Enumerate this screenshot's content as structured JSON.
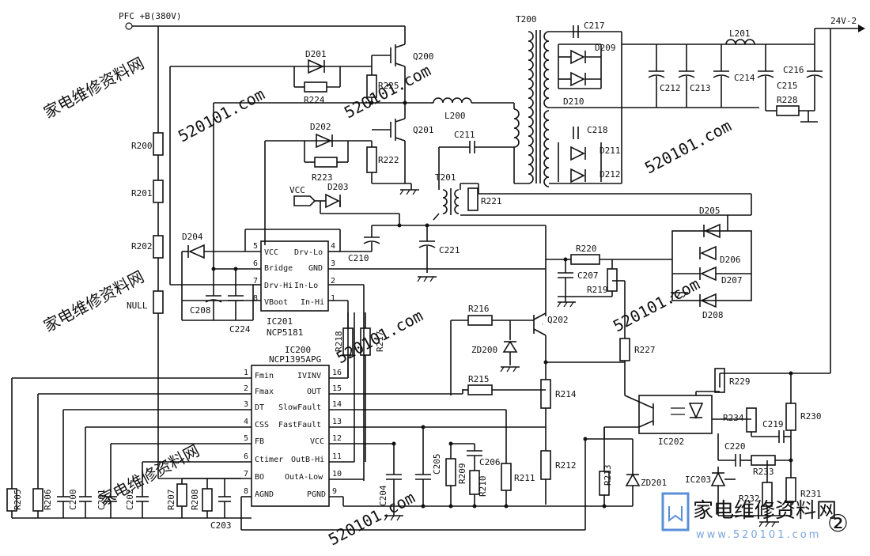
{
  "supply": {
    "input": "PFC +B(380V)",
    "output": "24V-2"
  },
  "ic": {
    "ic201": {
      "ref": "IC201",
      "part": "NCP5181",
      "pins_left": [
        "VCC",
        "Bridge",
        "Drv-Hi",
        "VBoot"
      ],
      "pins_right": [
        "Drv-Lo",
        "GND",
        "In-Lo",
        "In-Hi"
      ],
      "pin_numbers_left": [
        "5",
        "6",
        "7",
        "8"
      ],
      "pin_numbers_right": [
        "4",
        "3",
        "2",
        "1"
      ]
    },
    "ic200": {
      "ref": "IC200",
      "part": "NCP1395APG",
      "pins_left": [
        "Fmin",
        "Fmax",
        "DT",
        "CSS",
        "FB",
        "Ctimer",
        "BO",
        "AGND"
      ],
      "pins_right": [
        "IVINV",
        "OUT",
        "SlowFault",
        "FastFault",
        "VCC",
        "OutB-Hi",
        "OutA-Low",
        "PGND"
      ],
      "pin_numbers_left": [
        "1",
        "2",
        "3",
        "4",
        "5",
        "6",
        "7",
        "8"
      ],
      "pin_numbers_right": [
        "16",
        "15",
        "14",
        "13",
        "12",
        "11",
        "10",
        "9"
      ]
    },
    "ic202": "IC202",
    "ic203": "IC203"
  },
  "components": {
    "q200": "Q200",
    "q201": "Q201",
    "q202": "Q202",
    "d201": "D201",
    "d202": "D202",
    "d203": "D203",
    "d204": "D204",
    "d205": "D205",
    "d206": "D206",
    "d207": "D207",
    "d208": "D208",
    "d209": "D209",
    "d210": "D210",
    "d211": "D211",
    "d212": "D212",
    "zd200": "ZD200",
    "zd201": "ZD201",
    "r200": "R200",
    "r201": "R201",
    "r202": "R202",
    "null": "NULL",
    "r205": "R205",
    "r206": "R206",
    "r207": "R207",
    "r208": "R208",
    "r209": "R209",
    "r210": "R210",
    "r211": "R211",
    "r212": "R212",
    "r213": "R213",
    "r214": "R214",
    "r215": "R215",
    "r216": "R216",
    "r217": "R217",
    "r218": "R218",
    "r219": "R219",
    "r220": "R220",
    "r221": "R221",
    "r222": "R222",
    "r223": "R223",
    "r224": "R224",
    "r225": "R225",
    "r227": "R227",
    "r228": "R228",
    "r229": "R229",
    "r230": "R230",
    "r231": "R231",
    "r232": "R232",
    "r233": "R233",
    "r234": "R234",
    "c200": "C200",
    "c201": "C201",
    "c202": "C202",
    "c203": "C203",
    "c204": "C204",
    "c205": "C205",
    "c206": "C206",
    "c207": "C207",
    "c208": "C208",
    "c210": "C210",
    "c211": "C211",
    "c212": "C212",
    "c213": "C213",
    "c214": "C214",
    "c215": "C215",
    "c216": "C216",
    "c217": "C217",
    "c218": "C218",
    "c219": "C219",
    "c220": "C220",
    "c221": "C221",
    "c224": "C224",
    "l200": "L200",
    "l201": "L201",
    "t200": "T200",
    "t201": "T201",
    "vcc": "VCC"
  },
  "watermark": {
    "site_cn": "家电维修资料网",
    "site_url": "520101.com",
    "logo_text": "家电维修资料网",
    "logo_url": "www.520101.com",
    "badge": "②"
  }
}
